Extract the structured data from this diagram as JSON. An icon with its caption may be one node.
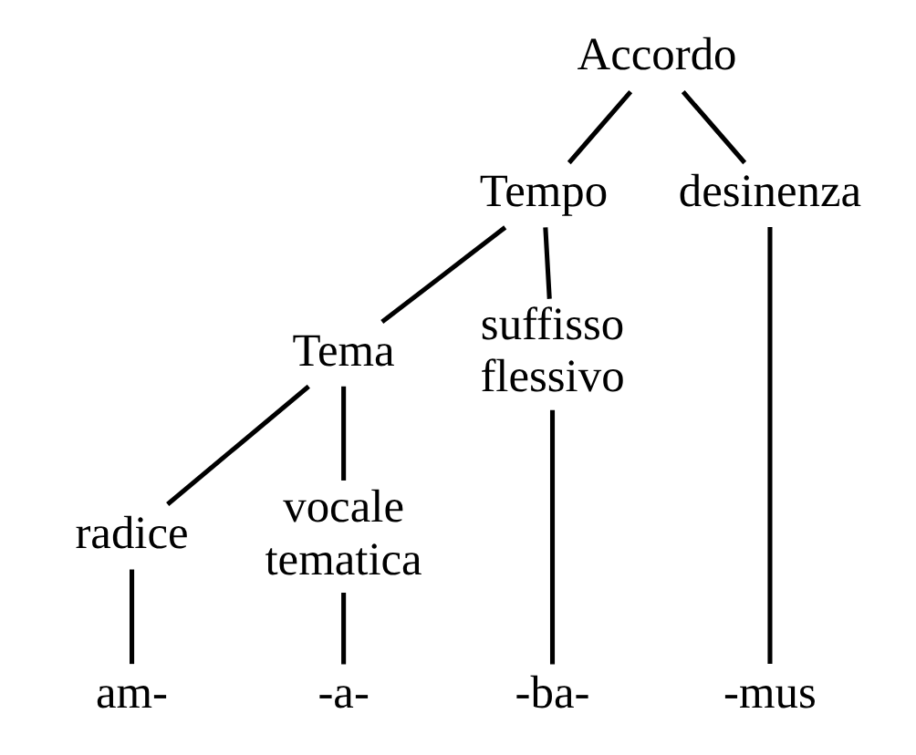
{
  "diagram": {
    "nodes": [
      {
        "text": [
          "Accordo"
        ]
      },
      {
        "text": [
          "Tempo"
        ]
      },
      {
        "text": [
          "desinenza"
        ]
      },
      {
        "text": [
          "Tema"
        ]
      },
      {
        "text": [
          "suffisso flessivo"
        ]
      },
      {
        "text": [
          "radice"
        ]
      },
      {
        "text": [
          "vocale tematica"
        ]
      },
      {
        "text": [
          "am-"
        ]
      },
      {
        "text": [
          "-a-"
        ]
      },
      {
        "text": [
          "-ba-"
        ]
      },
      {
        "text": [
          "-mus"
        ]
      }
    ],
    "edges": [
      {
        "from": 0,
        "to": 1,
        "arrow": "none"
      },
      {
        "from": 0,
        "to": 2,
        "arrow": "none"
      },
      {
        "from": 1,
        "to": 3,
        "arrow": "none"
      },
      {
        "from": 1,
        "to": 4,
        "arrow": "none"
      },
      {
        "from": 3,
        "to": 5,
        "arrow": "none"
      },
      {
        "from": 3,
        "to": 6,
        "arrow": "none"
      },
      {
        "from": 5,
        "to": 7,
        "arrow": "none"
      },
      {
        "from": 6,
        "to": 8,
        "arrow": "none"
      },
      {
        "from": 4,
        "to": 9,
        "arrow": "none"
      },
      {
        "from": 2,
        "to": 10,
        "arrow": "none"
      }
    ]
  }
}
